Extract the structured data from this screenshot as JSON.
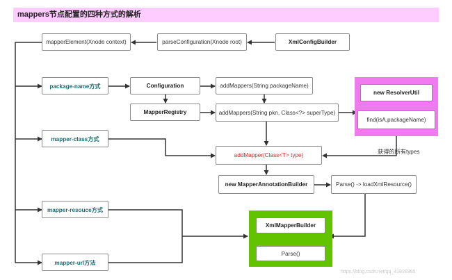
{
  "title": "mappers节点配置的四种方式的解析",
  "nodes": {
    "mapper_element": "mapperElement(Xnode context)",
    "parse_configuration": "parseConfiguration(Xnode root)",
    "xml_config_builder": "XmlConfigBuilder",
    "package_name": "package-name方式",
    "configuration": "Configuration",
    "add_mappers_pkg": "addMappers(String packageName)",
    "mapper_registry": "MapperRegistry",
    "add_mappers_super": "addMappers(String pkn, Class<?> superType)",
    "mapper_class": "mapper-class方式",
    "add_mapper": "addMapper(Class<T> type)",
    "annotation_builder": "new MapperAnnotationBuilder",
    "parse_load_xml": "Parse() -> loadXmlResource()",
    "mapper_resource": "mapper-resouce方式",
    "mapper_url": "mapper-url方法",
    "resolver_util": "new ResolverUtil",
    "find": "find(isA,packageName)",
    "xml_mapper_builder": "XmlMapperBuilder",
    "parse": "Parse()"
  },
  "annotation": "获得的所有types",
  "watermark": "https://blog.csdn.net/qq_41920395",
  "colors": {
    "title_bg": "#ffccff",
    "pink_panel": "#f07bf0",
    "green_panel": "#62c400",
    "teal_text": "#1b6b6f",
    "red_text": "#cc2a2a"
  }
}
